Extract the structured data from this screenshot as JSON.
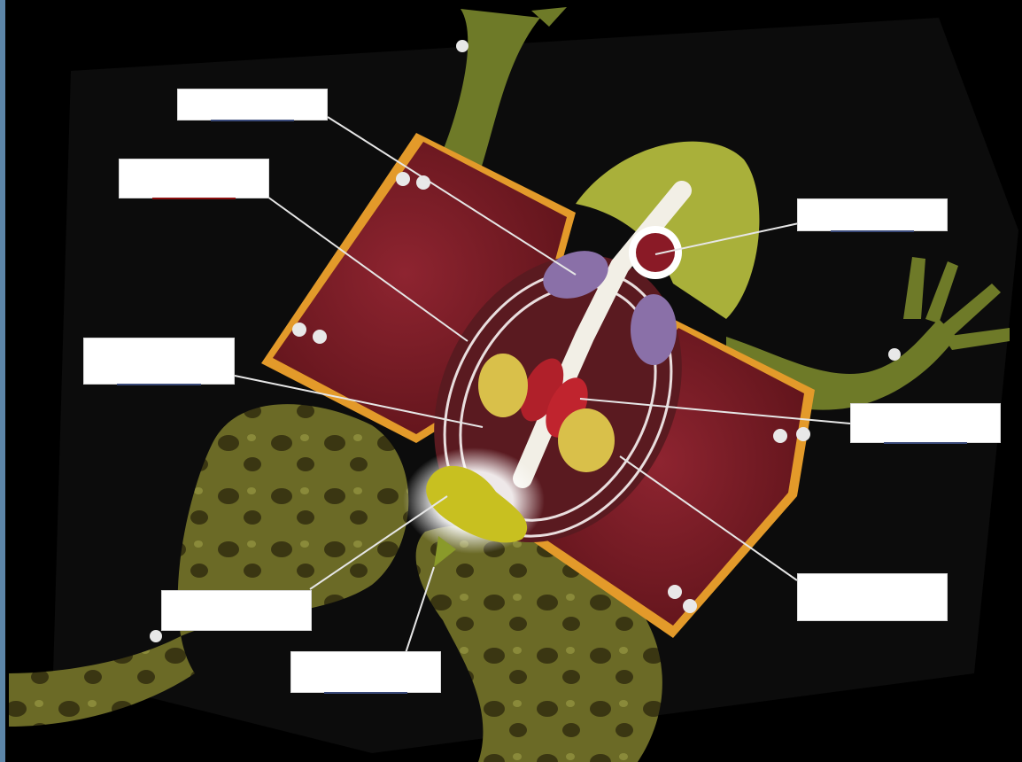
{
  "image": {
    "subject": "frog-dissection",
    "background_color": "#000000"
  },
  "labels": [
    {
      "id": "label-1",
      "value": ""
    },
    {
      "id": "label-2",
      "value": ""
    },
    {
      "id": "label-3",
      "value": ""
    },
    {
      "id": "label-4",
      "value": ""
    },
    {
      "id": "label-5",
      "value": ""
    },
    {
      "id": "label-6",
      "value": ""
    },
    {
      "id": "label-7",
      "value": ""
    },
    {
      "id": "label-8",
      "value": ""
    }
  ],
  "colors": {
    "muscle": "#7a1a22",
    "skin_edge": "#e39a2a",
    "frog_skin": "#6d6a25",
    "liver_lobe": "#8a70a8",
    "kidney": "#b0202a",
    "fat_body": "#d9c04a",
    "bladder": "#c8c020",
    "head_fold": "#a9b03a"
  }
}
